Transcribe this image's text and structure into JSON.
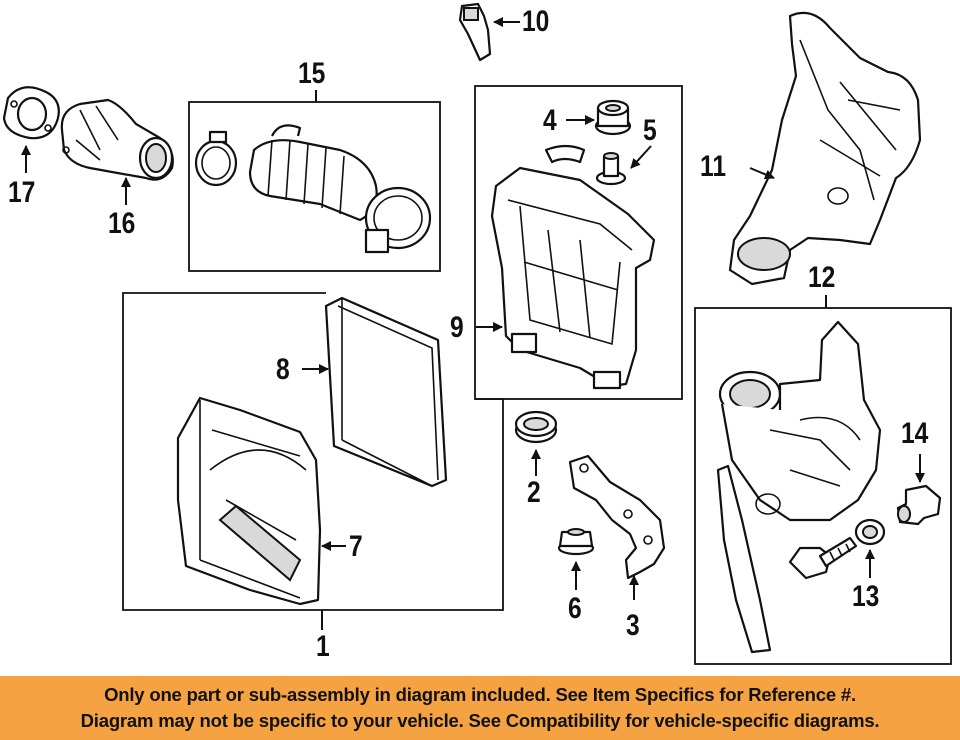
{
  "callouts": [
    "1",
    "2",
    "3",
    "4",
    "5",
    "6",
    "7",
    "8",
    "9",
    "10",
    "11",
    "12",
    "13",
    "14",
    "15",
    "16",
    "17"
  ],
  "banner": {
    "line1": "Only one part or sub-assembly in diagram included. See Item Specifics for Reference #.",
    "line2": "Diagram may not be specific to your vehicle. See Compatibility for vehicle-specific diagrams."
  },
  "colors": {
    "banner_bg": "#f5a342",
    "line": "#111111",
    "background": "#ffffff"
  }
}
